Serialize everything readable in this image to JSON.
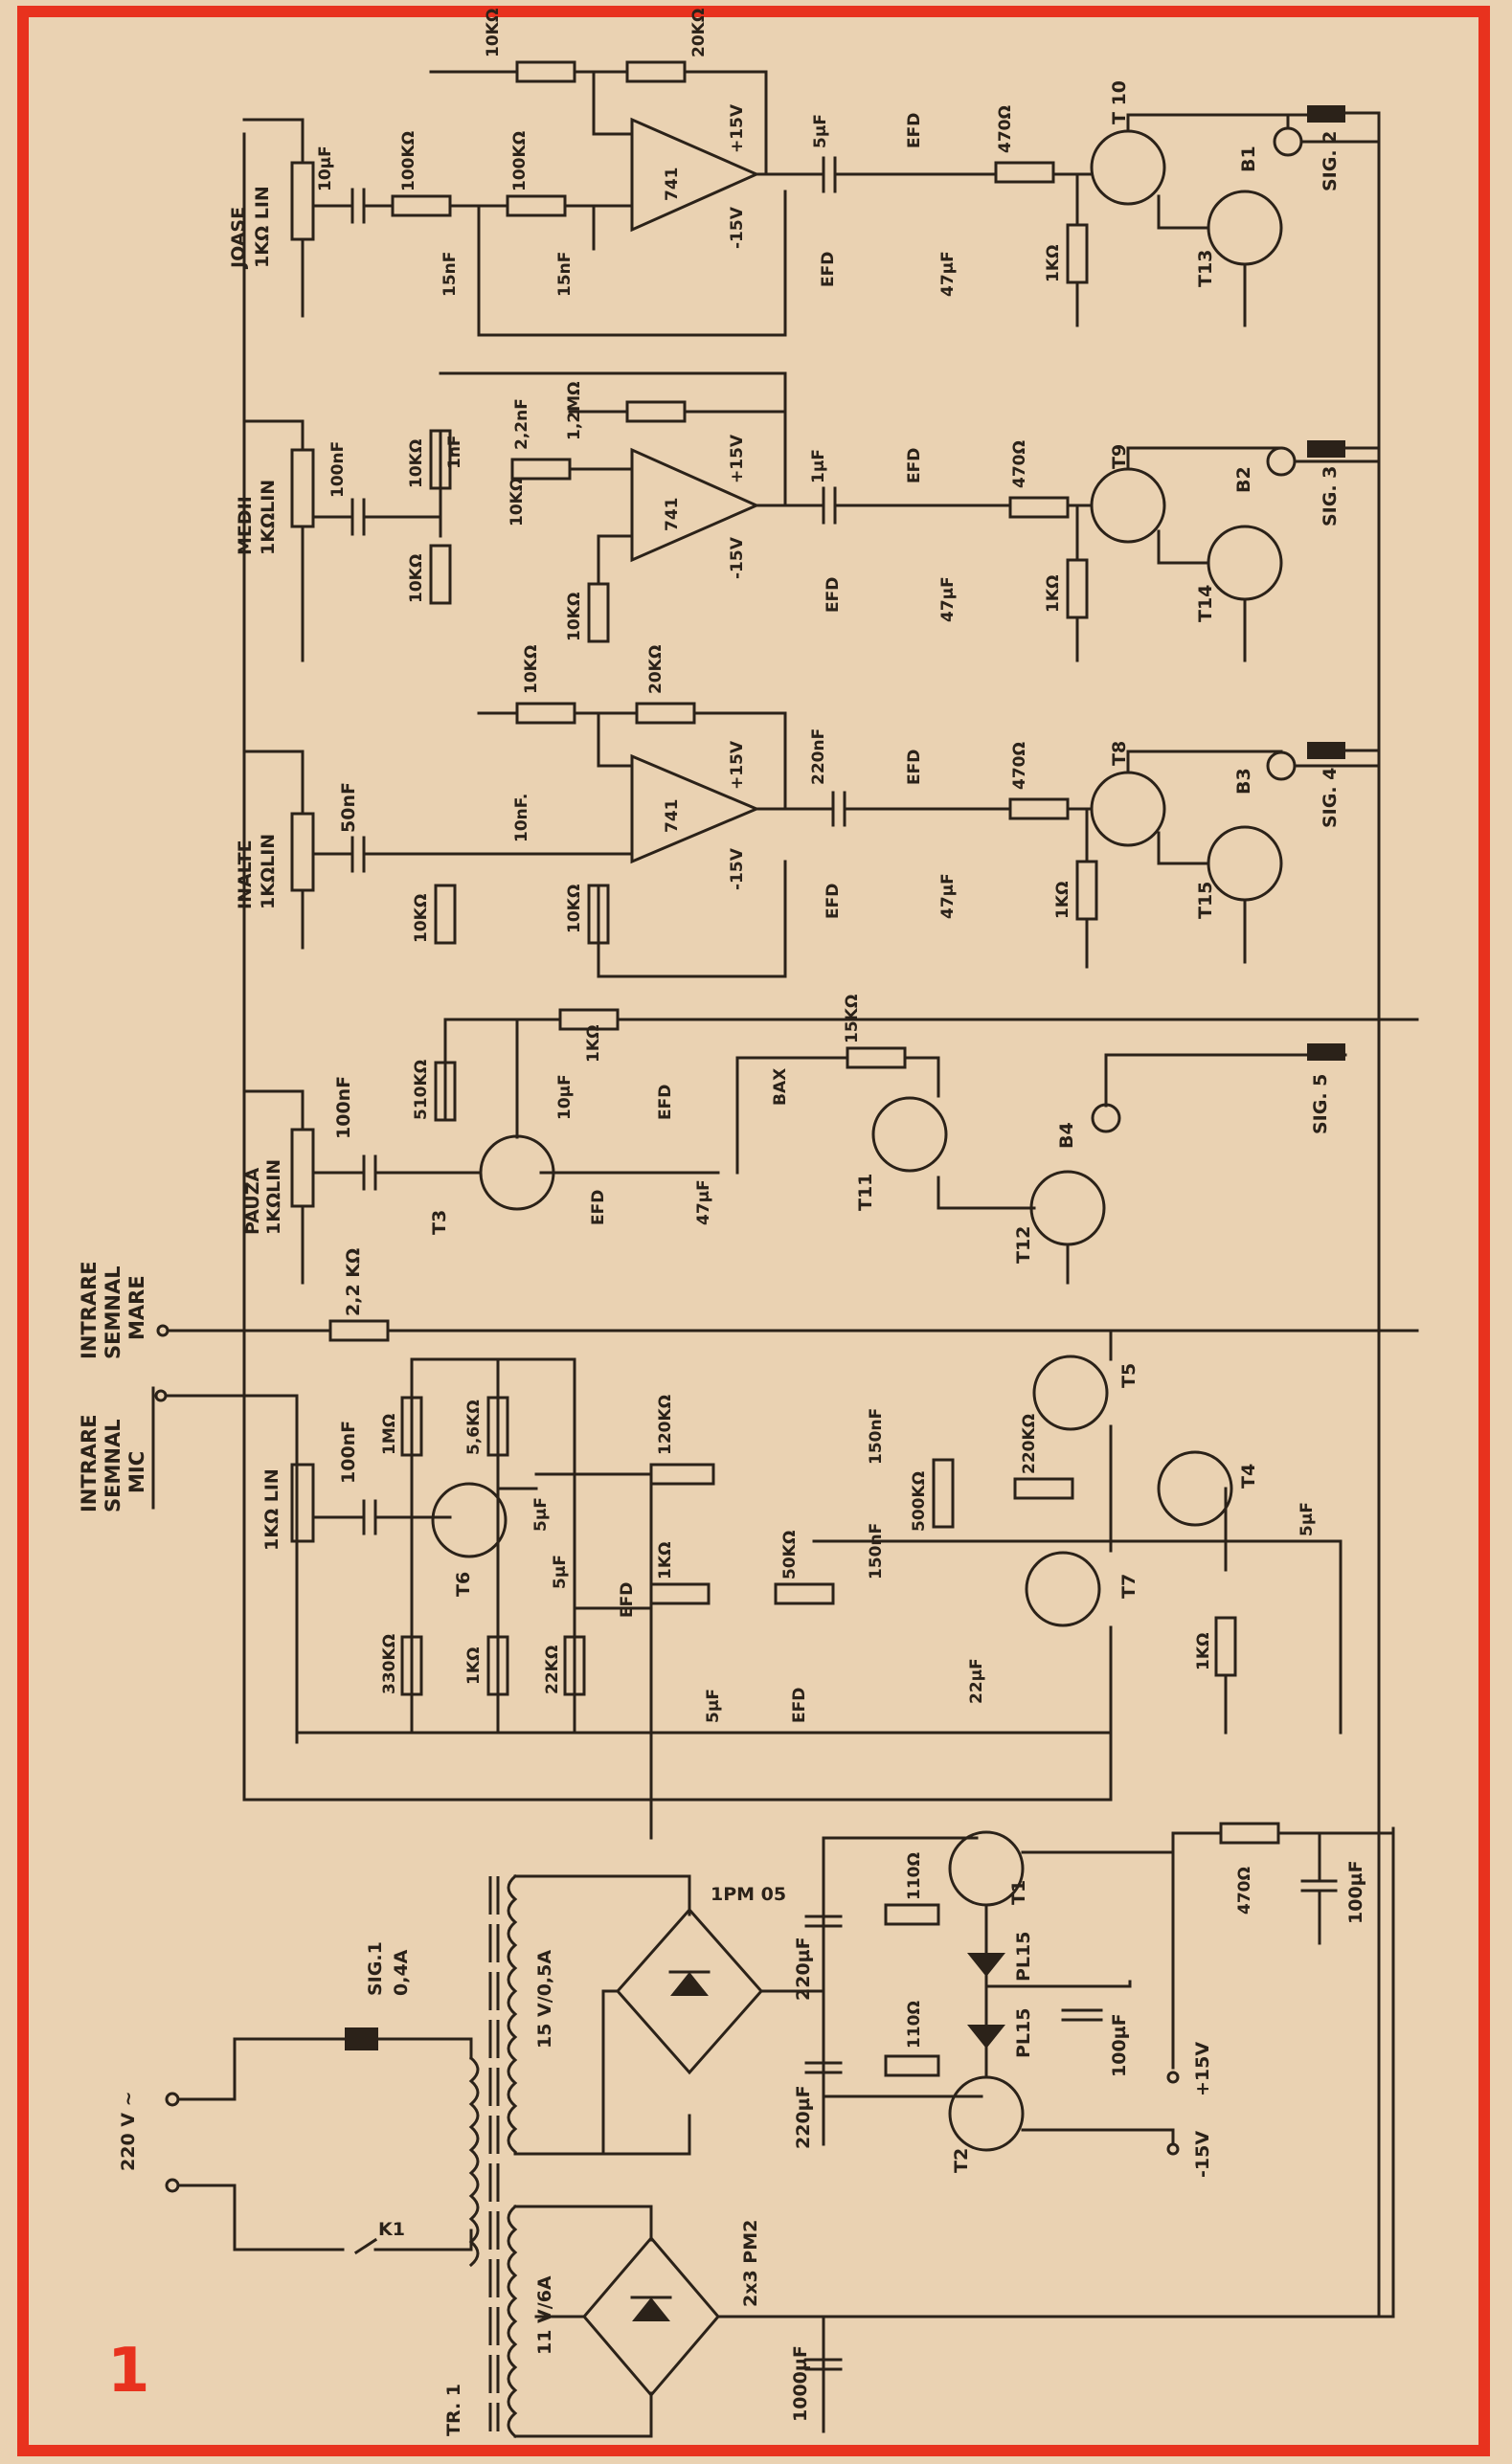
{
  "frame_color": "#e8321e",
  "ink_color": "#2b2219",
  "paper_color": "#ead2b2",
  "page_number": "1",
  "inputs": {
    "mic": [
      "INTRARE",
      "SEMNAL",
      "MIC"
    ],
    "mare": [
      "INTRARE",
      "SEMNAL",
      "MARE"
    ]
  },
  "pots": {
    "main": "1KΩ LIN",
    "pauza": [
      "PAUZA",
      "1KΩLIN"
    ],
    "inalte": [
      "INALTE",
      "1KΩLIN"
    ],
    "medii": [
      "MEDII",
      "1KΩLIN"
    ],
    "joase": [
      "JOASE",
      "1KΩ LIN"
    ]
  },
  "opamp": {
    "label": "741",
    "vpos": "+15V",
    "vneg": "-15V"
  },
  "signals": {
    "s1": "SIG.1",
    "s1_rating": "0,4A",
    "s2": "SIG. 2",
    "s3": "SIG. 3",
    "s4": "SIG. 4",
    "s5": "SIG. 5"
  },
  "transistors": {
    "t1": "T1",
    "t2": "T2",
    "t3": "T3",
    "t4": "T4",
    "t5": "T5",
    "t6": "T6",
    "t7": "T7",
    "t8": "T8",
    "t9": "T9",
    "t10": "T 10",
    "t11": "T11",
    "t12": "T12",
    "t13": "T13",
    "t14": "T14",
    "t15": "T15"
  },
  "bulbs": {
    "b1": "B1",
    "b2": "B2",
    "b3": "B3",
    "b4": "B4"
  },
  "diodes": {
    "efd": "EFD",
    "bax": "BAX",
    "pl15": "PL15"
  },
  "power": {
    "mains": "220 V ~",
    "switch": "K1",
    "transformer": "TR. 1",
    "sec1": "15 V/0,5A",
    "sec2": "11 V/6A",
    "bridge1": "1PM 05",
    "bridge2": "2x3 PM2",
    "plus15": "+15V",
    "minus15": "-15V"
  },
  "values": {
    "r10k": "10KΩ",
    "r20k": "20KΩ",
    "r100k": "100KΩ",
    "r1k": "1KΩ",
    "r470": "470Ω",
    "r12m": "1,2MΩ",
    "r510k": "510KΩ",
    "r15k": "15KΩ",
    "r22k": "2,2 KΩ",
    "r1m": "1MΩ",
    "r56k": "5,6KΩ",
    "r120k": "120KΩ",
    "r330k": "330KΩ",
    "r22kb": "22KΩ",
    "r50k": "50KΩ",
    "r220k": "220KΩ",
    "r500k": "500KΩ",
    "r110": "110Ω",
    "c10u": "10µF",
    "c15n": "15nF",
    "c5u": "5µF",
    "c47u": "47µF",
    "c100n": "100nF",
    "c1n": "1nF",
    "c22n": "2,2nF",
    "c1u": "1µF",
    "c50n": "50nF",
    "c10n": "10nF.",
    "c10nb": "10nF",
    "c220n": "220nF",
    "c150n": "150nF",
    "c22u": "22µF",
    "c220u": "220µF",
    "c100u": "100µF",
    "c1000u": "1000µF"
  }
}
